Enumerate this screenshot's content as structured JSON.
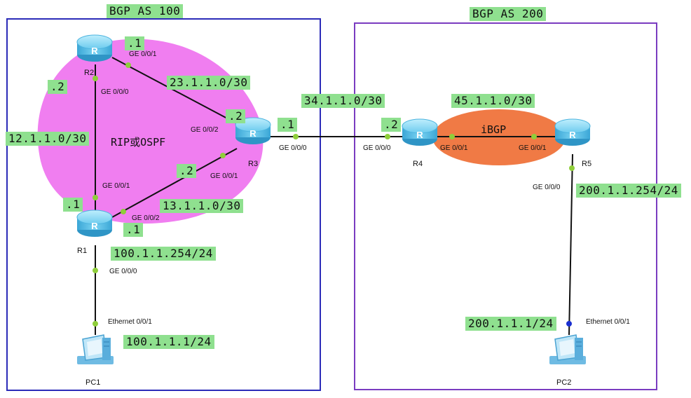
{
  "as_boxes": {
    "as100": {
      "label": "BGP AS 100",
      "color": "#2b2bb8"
    },
    "as200": {
      "label": "BGP AS 200",
      "color": "#7a3cc0"
    }
  },
  "areas": {
    "igp": {
      "label": "RIP或OSPF",
      "color": "#f07ef0"
    },
    "ibgp": {
      "label": "iBGP",
      "color": "#f07a45"
    }
  },
  "devices": {
    "r1": "R1",
    "r2": "R2",
    "r3": "R3",
    "r4": "R4",
    "r5": "R5",
    "pc1": "PC1",
    "pc2": "PC2"
  },
  "networks": {
    "n12": "12.1.1.0/30",
    "n23": "23.1.1.0/30",
    "n13": "13.1.1.0/30",
    "n34": "34.1.1.0/30",
    "n45": "45.1.1.0/30",
    "lan1_gw": "100.1.1.254/24",
    "pc1_ip": "100.1.1.1/24",
    "lan2_gw": "200.1.1.254/24",
    "pc2_ip": "200.1.1.1/24"
  },
  "host_octets": {
    "r2_to_r3": ".1",
    "r2_to_r1": ".2",
    "r3_to_r2": ".2",
    "r3_to_r4": ".1",
    "r3_to_r1": ".2",
    "r1_to_r2": ".1",
    "r1_to_r3": ".1",
    "r4_to_r3": ".2"
  },
  "ports": {
    "r2_ge001": "GE 0/0/1",
    "r2_ge000": "GE 0/0/0",
    "r3_ge002": "GE 0/0/2",
    "r3_ge001": "GE 0/0/1",
    "r3_ge000": "GE 0/0/0",
    "r1_ge001": "GE 0/0/1",
    "r1_ge002": "GE 0/0/2",
    "r1_ge000": "GE 0/0/0",
    "r4_ge000": "GE 0/0/0",
    "r4_ge001": "GE 0/0/1",
    "r5_ge001": "GE 0/0/1",
    "r5_ge000": "GE 0/0/0",
    "pc1_eth": "Ethernet 0/0/1",
    "pc2_eth": "Ethernet 0/0/1"
  },
  "colors": {
    "router_fill": "#5fc2e6",
    "link": "#111111",
    "port_dot": "#8fce3a",
    "label_bg": "#8fe08f"
  }
}
